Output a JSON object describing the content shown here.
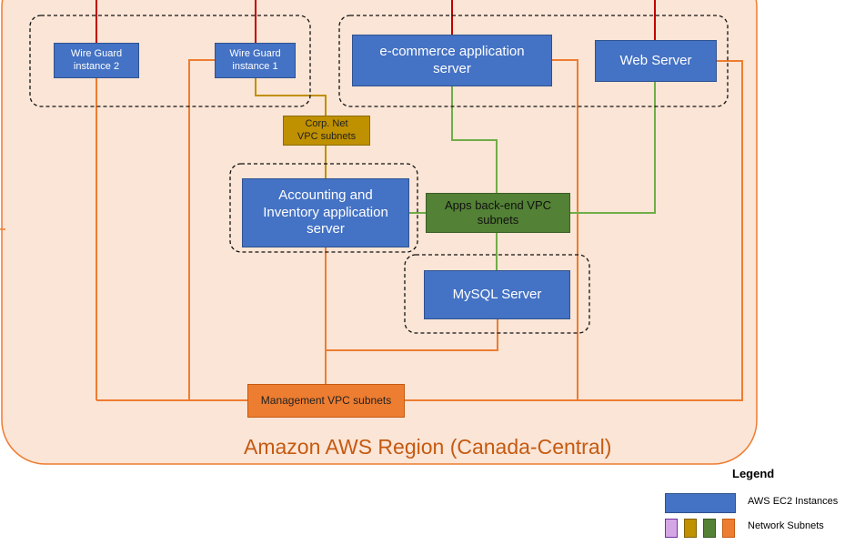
{
  "region": {
    "label": "Amazon AWS Region (Canada-Central)"
  },
  "instances": {
    "wireguard2": "Wire Guard\ninstance 2",
    "wireguard1": "Wire Guard\ninstance 1",
    "ecommerce": "e-commerce application\nserver",
    "webserver": "Web Server",
    "accounting": "Accounting and\nInventory application\nserver",
    "mysql": "MySQL Server"
  },
  "subnets": {
    "corp": "Corp. Net\nVPC subnets",
    "apps": "Apps back-end VPC\nsubnets",
    "mgmt": "Management VPC subnets"
  },
  "legend": {
    "title": "Legend",
    "ec2_label": "AWS EC2 Instances",
    "subnets_label": "Network Subnets",
    "swatch_colors": [
      "#d5a6e6",
      "#bf9000",
      "#538135",
      "#ed7d31"
    ]
  },
  "colors": {
    "region_fill": "#fbe5d6",
    "region_border": "#ed7d31",
    "ec2": "#4472c4",
    "internet_line": "#c00000",
    "corp_line": "#bf9000",
    "apps_line": "#70ad47",
    "mgmt_line": "#ed7d31"
  }
}
